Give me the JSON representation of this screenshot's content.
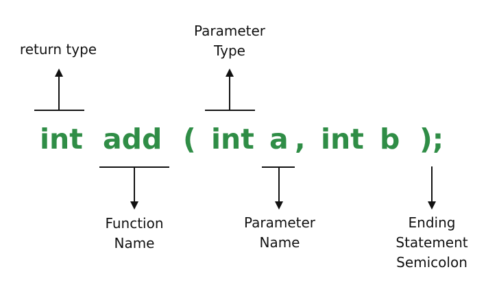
{
  "code": {
    "return_type": "int",
    "function_name": "add",
    "open_paren": "(",
    "param1_type": "int",
    "param1_name": "a",
    "comma": ",",
    "param2_type": "int",
    "param2_name": "b",
    "close": ");"
  },
  "labels": {
    "return_type": "return type",
    "parameter_type": [
      "Parameter",
      "Type"
    ],
    "function_name": [
      "Function",
      "Name"
    ],
    "parameter_name": [
      "Parameter",
      "Name"
    ],
    "ending": [
      "Ending",
      "Statement",
      "Semicolon"
    ]
  },
  "colors": {
    "code": "#2f8d46",
    "annotation": "#111111"
  },
  "icons": {
    "up": "arrow-up-icon",
    "down": "arrow-down-icon"
  }
}
